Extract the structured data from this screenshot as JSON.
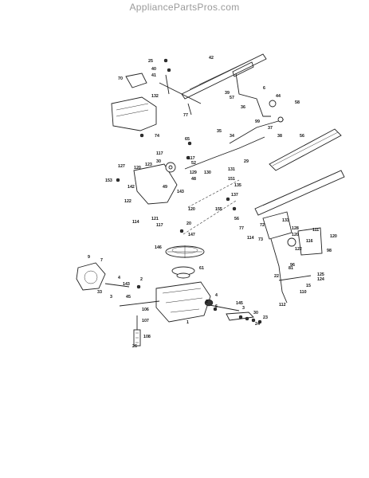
{
  "watermark": "AppliancePartsPros.com",
  "part_labels": [
    "25",
    "40",
    "41",
    "42",
    "70",
    "132",
    "77",
    "74",
    "39",
    "57",
    "6",
    "44",
    "58",
    "36",
    "35",
    "34",
    "37",
    "38",
    "99",
    "29",
    "56",
    "65",
    "117",
    "117",
    "52",
    "30",
    "129",
    "123",
    "48",
    "49",
    "127",
    "120",
    "142",
    "153",
    "143",
    "151",
    "135",
    "137",
    "131",
    "130",
    "122",
    "114",
    "121",
    "117",
    "120",
    "155",
    "56",
    "72",
    "133",
    "128",
    "120",
    "111",
    "77",
    "114",
    "73",
    "20",
    "147",
    "146",
    "120",
    "61",
    "116",
    "98",
    "96",
    "81",
    "22",
    "124",
    "125",
    "122",
    "2",
    "4",
    "33",
    "3",
    "143",
    "2",
    "45",
    "106",
    "107",
    "108",
    "1",
    "4",
    "3",
    "145",
    "6",
    "30",
    "23",
    "110",
    "112",
    "9",
    "7",
    "26",
    "15",
    "24"
  ]
}
